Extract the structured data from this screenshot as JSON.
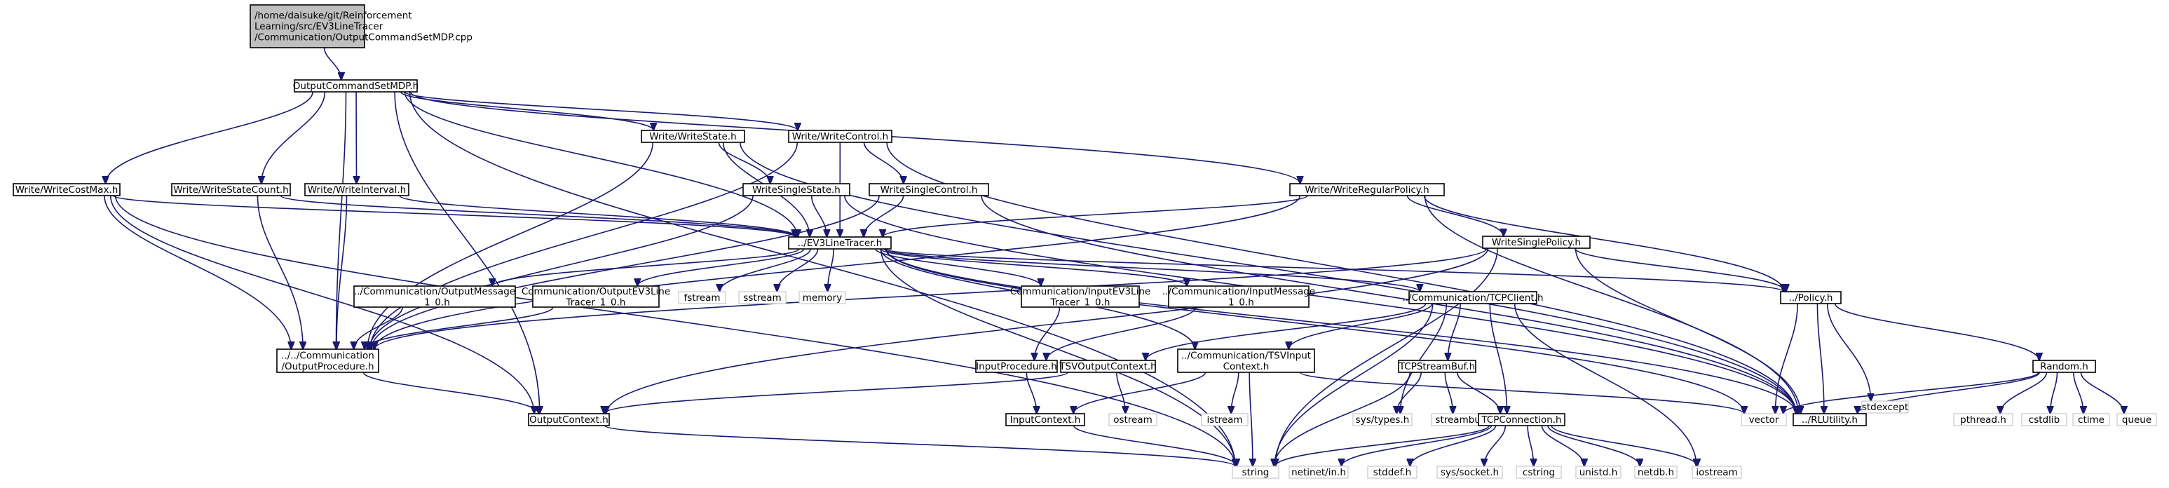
{
  "colors": {
    "edge": "#191970",
    "root_fill": "#bfbfbf",
    "file_border": "#000000",
    "system_border": "#c8c8c8",
    "background": "#ffffff"
  },
  "nodes": {
    "root": {
      "lines": [
        "/home/daisuke/git/Reinforcement",
        "Learning/src/EV3LineTracer",
        "/Communication/OutputCommandSetMDP.cpp"
      ],
      "kind": "root"
    },
    "ocsmdp": {
      "lines": [
        "OutputCommandSetMDP.h"
      ],
      "kind": "file"
    },
    "wstate": {
      "lines": [
        "Write/WriteState.h"
      ],
      "kind": "file"
    },
    "wcontrol": {
      "lines": [
        "Write/WriteControl.h"
      ],
      "kind": "file"
    },
    "wcostmax": {
      "lines": [
        "Write/WriteCostMax.h"
      ],
      "kind": "file"
    },
    "wstatecount": {
      "lines": [
        "Write/WriteStateCount.h"
      ],
      "kind": "file"
    },
    "winterval": {
      "lines": [
        "Write/WriteInterval.h"
      ],
      "kind": "file"
    },
    "wsinglestate": {
      "lines": [
        "WriteSingleState.h"
      ],
      "kind": "file"
    },
    "wsinglecontrol": {
      "lines": [
        "WriteSingleControl.h"
      ],
      "kind": "file"
    },
    "wregpolicy": {
      "lines": [
        "Write/WriteRegularPolicy.h"
      ],
      "kind": "file"
    },
    "wsinglepolicy": {
      "lines": [
        "WriteSinglePolicy.h"
      ],
      "kind": "file"
    },
    "ev3": {
      "lines": [
        "../EV3LineTracer.h"
      ],
      "kind": "file"
    },
    "outmsg": {
      "lines": [
        "../Communication/OutputMessage",
        "_1_0.h"
      ],
      "kind": "file"
    },
    "outev3": {
      "lines": [
        "Communication/OutputEV3Line",
        "Tracer_1_0.h"
      ],
      "kind": "file"
    },
    "fstream": {
      "lines": [
        "fstream"
      ],
      "kind": "system"
    },
    "sstream": {
      "lines": [
        "sstream"
      ],
      "kind": "system"
    },
    "memory": {
      "lines": [
        "memory"
      ],
      "kind": "system"
    },
    "inev3": {
      "lines": [
        "Communication/InputEV3Line",
        "Tracer_1_0.h"
      ],
      "kind": "file"
    },
    "inmsg": {
      "lines": [
        "../Communication/InputMessage",
        "_1_0.h"
      ],
      "kind": "file"
    },
    "tcpclient": {
      "lines": [
        "../Communication/TCPClient.h"
      ],
      "kind": "file"
    },
    "policy": {
      "lines": [
        "../Policy.h"
      ],
      "kind": "file"
    },
    "outproc": {
      "lines": [
        "../../Communication",
        "/OutputProcedure.h"
      ],
      "kind": "file"
    },
    "inproc": {
      "lines": [
        "InputProcedure.h"
      ],
      "kind": "file"
    },
    "tsvout": {
      "lines": [
        "TSVOutputContext.h"
      ],
      "kind": "file"
    },
    "tsvin": {
      "lines": [
        "../Communication/TSVInput",
        "Context.h"
      ],
      "kind": "file"
    },
    "tcpsb": {
      "lines": [
        "TCPStreamBuf.h"
      ],
      "kind": "file"
    },
    "stdexcept": {
      "lines": [
        "stdexcept"
      ],
      "kind": "system"
    },
    "random": {
      "lines": [
        "Random.h"
      ],
      "kind": "file"
    },
    "outctx": {
      "lines": [
        "OutputContext.h"
      ],
      "kind": "file"
    },
    "inctx": {
      "lines": [
        "InputContext.h"
      ],
      "kind": "file"
    },
    "ostream": {
      "lines": [
        "ostream"
      ],
      "kind": "system"
    },
    "istream": {
      "lines": [
        "istream"
      ],
      "kind": "system"
    },
    "systypes": {
      "lines": [
        "sys/types.h"
      ],
      "kind": "system"
    },
    "streambuf": {
      "lines": [
        "streambuf"
      ],
      "kind": "system"
    },
    "tcpconn": {
      "lines": [
        "TCPConnection.h"
      ],
      "kind": "file"
    },
    "vector": {
      "lines": [
        "vector"
      ],
      "kind": "system"
    },
    "rlutil": {
      "lines": [
        "../RLUtility.h"
      ],
      "kind": "file"
    },
    "pthread": {
      "lines": [
        "pthread.h"
      ],
      "kind": "system"
    },
    "cstdlib": {
      "lines": [
        "cstdlib"
      ],
      "kind": "system"
    },
    "ctime": {
      "lines": [
        "ctime"
      ],
      "kind": "system"
    },
    "queue": {
      "lines": [
        "queue"
      ],
      "kind": "system"
    },
    "string": {
      "lines": [
        "string"
      ],
      "kind": "system"
    },
    "netinet": {
      "lines": [
        "netinet/in.h"
      ],
      "kind": "system"
    },
    "stddef": {
      "lines": [
        "stddef.h"
      ],
      "kind": "system"
    },
    "syssocket": {
      "lines": [
        "sys/socket.h"
      ],
      "kind": "system"
    },
    "cstring": {
      "lines": [
        "cstring"
      ],
      "kind": "system"
    },
    "unistd": {
      "lines": [
        "unistd.h"
      ],
      "kind": "system"
    },
    "netdb": {
      "lines": [
        "netdb.h"
      ],
      "kind": "system"
    },
    "iostream": {
      "lines": [
        "iostream"
      ],
      "kind": "system"
    }
  },
  "edges": [
    [
      "root",
      "ocsmdp"
    ],
    [
      "ocsmdp",
      "wstate"
    ],
    [
      "ocsmdp",
      "wcontrol"
    ],
    [
      "ocsmdp",
      "wcostmax"
    ],
    [
      "ocsmdp",
      "wstatecount"
    ],
    [
      "ocsmdp",
      "winterval"
    ],
    [
      "ocsmdp",
      "wregpolicy"
    ],
    [
      "ocsmdp",
      "ev3"
    ],
    [
      "ocsmdp",
      "outproc"
    ],
    [
      "ocsmdp",
      "outctx"
    ],
    [
      "ocsmdp",
      "string"
    ],
    [
      "wstate",
      "wsinglestate"
    ],
    [
      "wstate",
      "ev3"
    ],
    [
      "wstate",
      "outproc"
    ],
    [
      "wstate",
      "rlutil"
    ],
    [
      "wcontrol",
      "wsinglecontrol"
    ],
    [
      "wcontrol",
      "ev3"
    ],
    [
      "wcontrol",
      "outproc"
    ],
    [
      "wcontrol",
      "rlutil"
    ],
    [
      "wcostmax",
      "ev3"
    ],
    [
      "wcostmax",
      "outproc"
    ],
    [
      "wcostmax",
      "outctx"
    ],
    [
      "wcostmax",
      "string"
    ],
    [
      "wstatecount",
      "outproc"
    ],
    [
      "wstatecount",
      "ev3"
    ],
    [
      "winterval",
      "outproc"
    ],
    [
      "winterval",
      "ev3"
    ],
    [
      "wsinglestate",
      "ev3"
    ],
    [
      "wsinglestate",
      "outproc"
    ],
    [
      "wsinglestate",
      "rlutil"
    ],
    [
      "wsinglecontrol",
      "ev3"
    ],
    [
      "wsinglecontrol",
      "outproc"
    ],
    [
      "wsinglecontrol",
      "rlutil"
    ],
    [
      "wregpolicy",
      "ev3"
    ],
    [
      "wregpolicy",
      "wsinglepolicy"
    ],
    [
      "wregpolicy",
      "policy"
    ],
    [
      "wregpolicy",
      "outproc"
    ],
    [
      "wregpolicy",
      "rlutil"
    ],
    [
      "wsinglepolicy",
      "outproc"
    ],
    [
      "wsinglepolicy",
      "policy"
    ],
    [
      "wsinglepolicy",
      "rlutil"
    ],
    [
      "wsinglepolicy",
      "outctx"
    ],
    [
      "wsinglepolicy",
      "string"
    ],
    [
      "ev3",
      "outmsg"
    ],
    [
      "ev3",
      "outev3"
    ],
    [
      "ev3",
      "fstream"
    ],
    [
      "ev3",
      "sstream"
    ],
    [
      "ev3",
      "memory"
    ],
    [
      "ev3",
      "inev3"
    ],
    [
      "ev3",
      "inmsg"
    ],
    [
      "ev3",
      "tcpclient"
    ],
    [
      "ev3",
      "tsvin"
    ],
    [
      "ev3",
      "policy"
    ],
    [
      "ev3",
      "vector"
    ],
    [
      "ev3",
      "rlutil"
    ],
    [
      "ev3",
      "string"
    ],
    [
      "outmsg",
      "outproc"
    ],
    [
      "outev3",
      "outproc"
    ],
    [
      "inev3",
      "inproc"
    ],
    [
      "inmsg",
      "inproc"
    ],
    [
      "tcpclient",
      "tsvout"
    ],
    [
      "tcpclient",
      "tsvin"
    ],
    [
      "tcpclient",
      "tcpsb"
    ],
    [
      "tcpclient",
      "tcpconn"
    ],
    [
      "tcpclient",
      "systypes"
    ],
    [
      "tcpclient",
      "string"
    ],
    [
      "tcpclient",
      "iostream"
    ],
    [
      "policy",
      "stdexcept"
    ],
    [
      "policy",
      "random"
    ],
    [
      "policy",
      "vector"
    ],
    [
      "policy",
      "rlutil"
    ],
    [
      "outproc",
      "outctx"
    ],
    [
      "inproc",
      "inctx"
    ],
    [
      "tsvout",
      "outctx"
    ],
    [
      "tsvout",
      "ostream"
    ],
    [
      "tsvin",
      "inctx"
    ],
    [
      "tsvin",
      "istream"
    ],
    [
      "tsvin",
      "string"
    ],
    [
      "tsvin",
      "vector"
    ],
    [
      "tcpsb",
      "systypes"
    ],
    [
      "tcpsb",
      "streambuf"
    ],
    [
      "tcpsb",
      "tcpconn"
    ],
    [
      "tcpsb",
      "string"
    ],
    [
      "random",
      "vector"
    ],
    [
      "random",
      "rlutil"
    ],
    [
      "random",
      "pthread"
    ],
    [
      "random",
      "cstdlib"
    ],
    [
      "random",
      "ctime"
    ],
    [
      "random",
      "queue"
    ],
    [
      "outctx",
      "string"
    ],
    [
      "inctx",
      "string"
    ],
    [
      "tcpconn",
      "string"
    ],
    [
      "tcpconn",
      "netinet"
    ],
    [
      "tcpconn",
      "stddef"
    ],
    [
      "tcpconn",
      "syssocket"
    ],
    [
      "tcpconn",
      "cstring"
    ],
    [
      "tcpconn",
      "unistd"
    ],
    [
      "tcpconn",
      "netdb"
    ],
    [
      "tcpconn",
      "iostream"
    ]
  ]
}
